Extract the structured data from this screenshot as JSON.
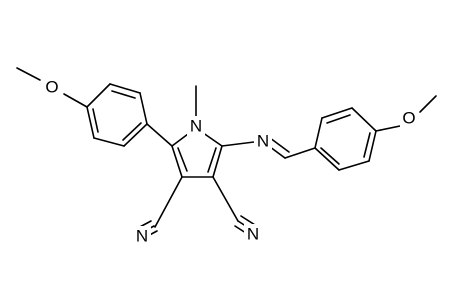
{
  "molecule": {
    "atom_labels": {
      "o_left": "O",
      "o_right": "O",
      "n_ring": "N",
      "n_imine": "N",
      "n_nitrile_left": "N",
      "n_nitrile_right": "N"
    },
    "colors": {
      "bond": "#000000",
      "label": "#000000",
      "background": "#ffffff"
    }
  }
}
